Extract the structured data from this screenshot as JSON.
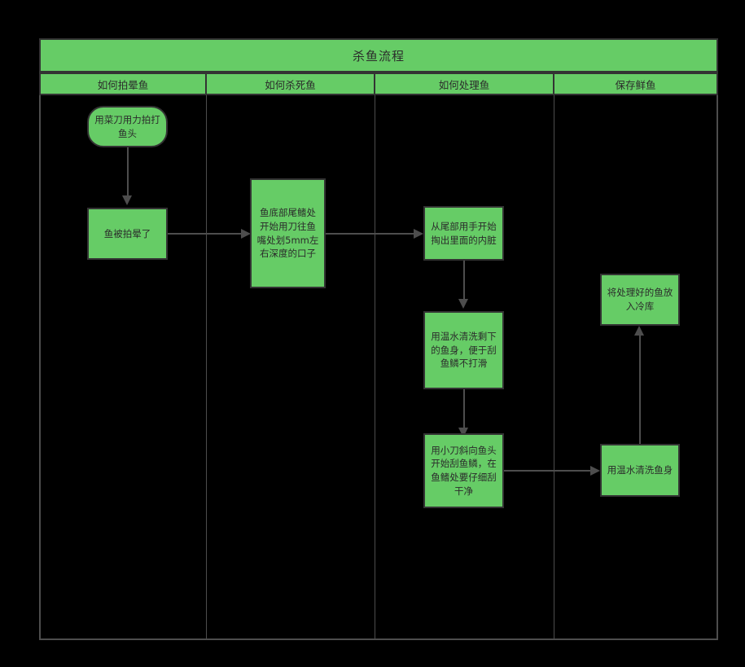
{
  "diagram": {
    "title": "杀鱼流程",
    "type": "swimlane-flowchart",
    "lanes": [
      {
        "id": "lane-1",
        "label": "如何拍晕鱼"
      },
      {
        "id": "lane-2",
        "label": "如何杀死鱼"
      },
      {
        "id": "lane-3",
        "label": "如何处理鱼"
      },
      {
        "id": "lane-4",
        "label": "保存鲜鱼"
      }
    ],
    "nodes": [
      {
        "id": "n1",
        "lane": "lane-1",
        "shape": "rounded",
        "text": "用菜刀用力拍打鱼头"
      },
      {
        "id": "n2",
        "lane": "lane-1",
        "shape": "rect",
        "text": "鱼被拍晕了"
      },
      {
        "id": "n3",
        "lane": "lane-2",
        "shape": "rect",
        "text": "鱼底部尾鳍处开始用刀往鱼嘴处划5mm左右深度的口子"
      },
      {
        "id": "n4",
        "lane": "lane-3",
        "shape": "rect",
        "text": "从尾部用手开始掏出里面的内脏"
      },
      {
        "id": "n5",
        "lane": "lane-3",
        "shape": "rect",
        "text": "用温水清洗剩下的鱼身，便于刮鱼鳞不打滑"
      },
      {
        "id": "n6",
        "lane": "lane-3",
        "shape": "rect",
        "text": "用小刀斜向鱼头开始刮鱼鳞，在鱼鳍处要仔细刮干净"
      },
      {
        "id": "n7",
        "lane": "lane-4",
        "shape": "rect",
        "text": "用温水清洗鱼身"
      },
      {
        "id": "n8",
        "lane": "lane-4",
        "shape": "rect",
        "text": "将处理好的鱼放入冷库"
      }
    ],
    "edges": [
      {
        "from": "n1",
        "to": "n2",
        "direction": "down"
      },
      {
        "from": "n2",
        "to": "n3",
        "direction": "right"
      },
      {
        "from": "n3",
        "to": "n4",
        "direction": "right"
      },
      {
        "from": "n4",
        "to": "n5",
        "direction": "down"
      },
      {
        "from": "n5",
        "to": "n6",
        "direction": "down"
      },
      {
        "from": "n6",
        "to": "n7",
        "direction": "right"
      },
      {
        "from": "n7",
        "to": "n8",
        "direction": "up"
      }
    ],
    "colors": {
      "node_fill": "#66cc66",
      "node_border": "#333333",
      "canvas_background": "#000000",
      "connector": "#4d4d4d",
      "text": "#2b2b2b"
    }
  }
}
